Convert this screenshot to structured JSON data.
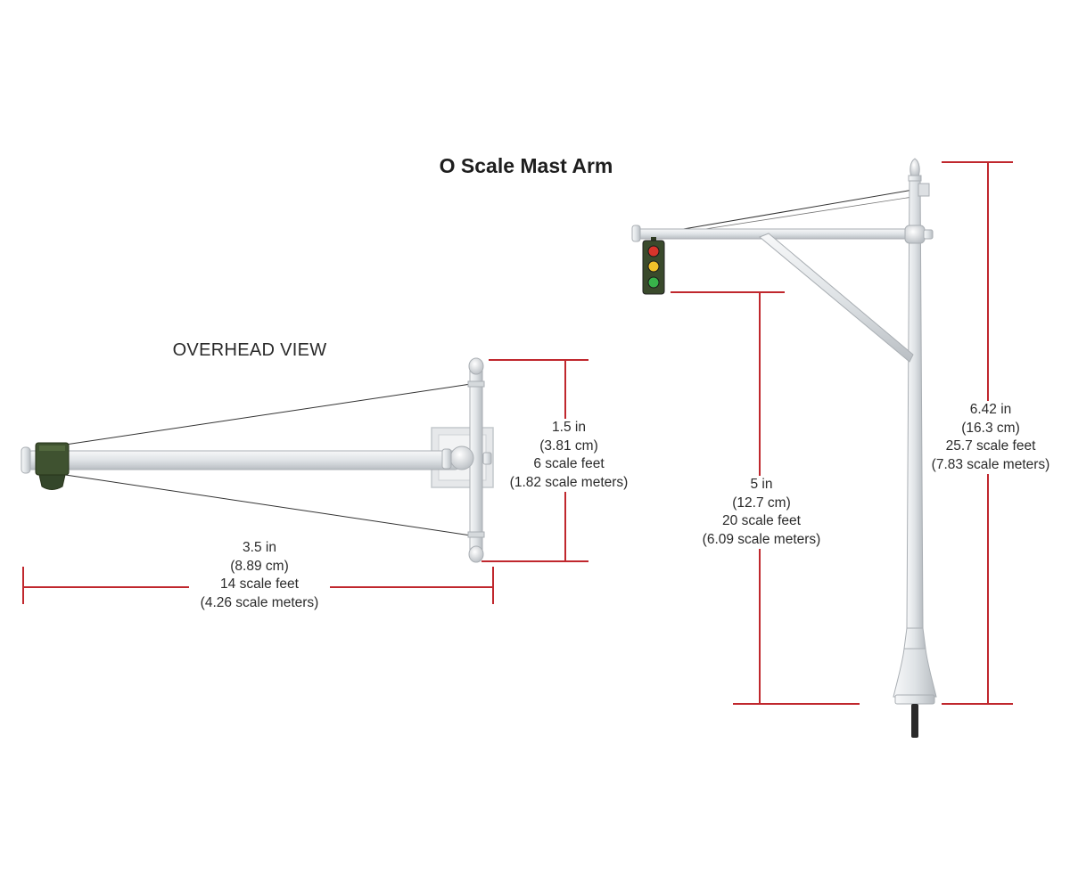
{
  "title": "O Scale Mast Arm",
  "overhead_view_label": "OVERHEAD VIEW",
  "dimensions": {
    "overhead_depth": [
      "1.5 in",
      "(3.81 cm)",
      "6 scale feet",
      "(1.82 scale meters)"
    ],
    "overhead_length": [
      "3.5 in",
      "(8.89 cm)",
      "14 scale feet",
      "(4.26 scale meters)"
    ],
    "clearance_height": [
      "5 in",
      "(12.7 cm)",
      "20 scale feet",
      "(6.09 scale meters)"
    ],
    "total_height": [
      "6.42 in",
      "(16.3 cm)",
      "25.7 scale feet",
      "(7.83 scale meters)"
    ]
  },
  "colors": {
    "dimension_line": "#c0272d",
    "pole_metal": "#e4e7ea",
    "signal_housing": "#3a4a2c",
    "signal_red": "#d8342b",
    "signal_yellow": "#f0c22a",
    "signal_green": "#38b24a"
  }
}
